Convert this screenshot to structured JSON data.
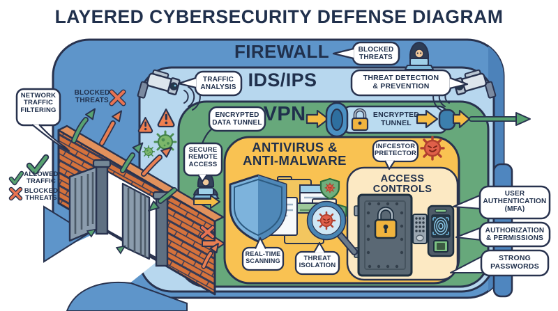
{
  "title": "LAYERED CYBERSECURITY DEFENSE DIAGRAM",
  "layers": {
    "firewall": "FIREWALL",
    "ids_ips": "IDS/IPS",
    "vpn": "VPN",
    "antivirus": "ANTIVIRUS &\nANTI-MALWARE",
    "access_controls": "ACCESS CONTROLS"
  },
  "callouts": {
    "blocked_threats_top": "BLOCKED\nTHREATS",
    "traffic_analysis": "TRAFFIC\nANALYSIS",
    "threat_detection": "THREAT DETECTION\n& PREVENTION",
    "encrypted_data_tunnel": "ENCRYPTED\nDATA TUNNEL",
    "encrypted_tunnel": "ENCRYPTED\nTUNNEL",
    "secure_remote_access": "SECURE\nREMOTE\nACCESS",
    "infector_protector": "INFCESTOR\nPRETECTOR",
    "real_time_scanning": "REAL-TIME\nSCANNING",
    "threat_isolation": "THREAT\nISOLATION",
    "user_authentication": "USER\nAUTHENTICATION\n(MFA)",
    "authorization_permissions": "AUTHORIZATION\n& PERMISSIONS",
    "strong_passwords": "STRONG\nPASSWORDS",
    "network_traffic_filtering": "NETWORK\nTRAFFIC\nFILTERING"
  },
  "legend": {
    "blocked_threats_upper": "BLOCKED\nTHREATS",
    "allowed_traffic": "ALLOWED\nTRAFFIC",
    "blocked_threats_lower": "BLOCKED\nTHREATS"
  },
  "colors": {
    "outline_navy": "#28324e",
    "text_navy": "#20304c",
    "firewall_fill": "#5e95ca",
    "ids_fill": "#b7d7ee",
    "vpn_fill": "#67a87b",
    "antivirus_fill": "#f9c252",
    "access_fill": "#fce9c3",
    "brick_orange": "#d5723c",
    "arrow_green": "#58a271",
    "arrow_orange": "#e87f52",
    "arrow_yellow": "#f6bd45",
    "virus_red": "#e0604a",
    "virus_green": "#7cb76a",
    "lock_gold": "#f0b43e"
  }
}
